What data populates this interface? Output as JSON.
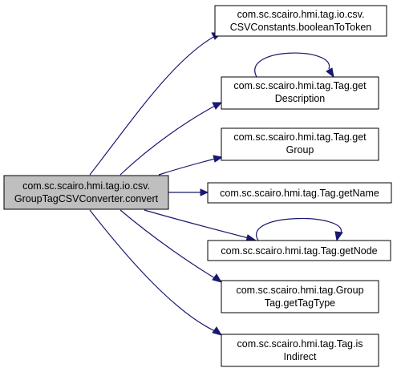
{
  "diagram": {
    "root": {
      "line1": "com.sc.scairo.hmi.tag.io.csv.",
      "line2": "GroupTagCSVConverter.convert"
    },
    "callees": [
      {
        "line1": "com.sc.scairo.hmi.tag.io.csv.",
        "line2": "CSVConstants.booleanToToken"
      },
      {
        "line1": "com.sc.scairo.hmi.tag.Tag.get",
        "line2": "Description"
      },
      {
        "line1": "com.sc.scairo.hmi.tag.Tag.get",
        "line2": "Group"
      },
      {
        "line1": "com.sc.scairo.hmi.tag.Tag.getName",
        "line2": ""
      },
      {
        "line1": "com.sc.scairo.hmi.tag.Tag.getNode",
        "line2": ""
      },
      {
        "line1": "com.sc.scairo.hmi.tag.Group",
        "line2": "Tag.getTagType"
      },
      {
        "line1": "com.sc.scairo.hmi.tag.Tag.is",
        "line2": "Indirect"
      }
    ],
    "colors": {
      "edge": "#191970",
      "root_fill": "#bfbfbf",
      "node_fill": "#ffffff"
    }
  }
}
